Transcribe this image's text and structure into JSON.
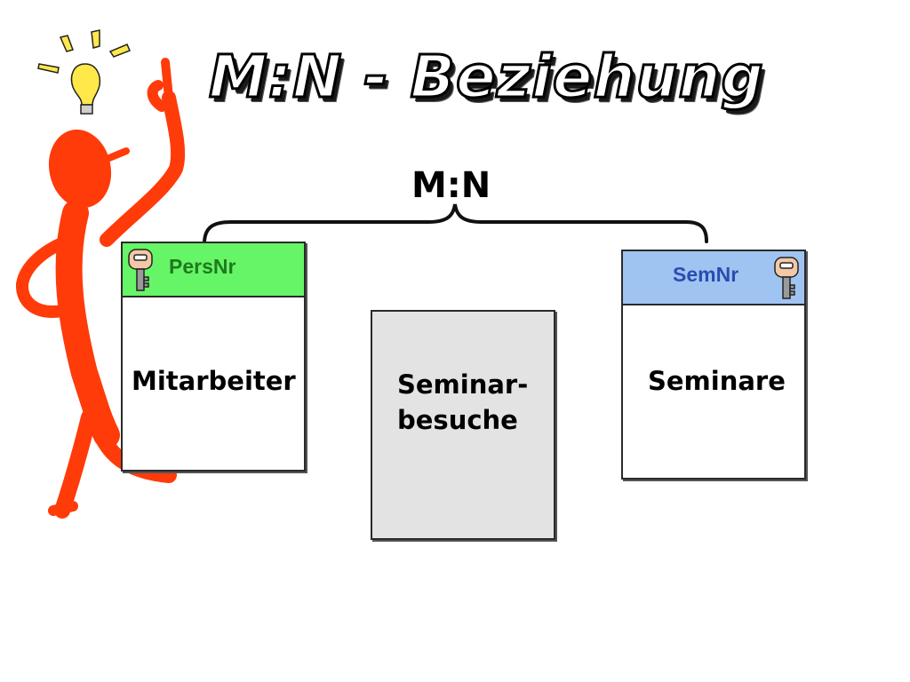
{
  "slide": {
    "title": "M:N - Beziehung",
    "relation_label": "M:N"
  },
  "tables": {
    "mitarbeiter": {
      "name": "Mitarbeiter",
      "key_field": "PersNr",
      "header_color": "#66f566"
    },
    "seminarbesuche": {
      "name_line1": "Seminar-",
      "name_line2": "besuche",
      "fill_color": "#e3e3e3"
    },
    "seminare": {
      "name": "Seminare",
      "key_field": "SemNr",
      "header_color": "#a0c4f2"
    }
  },
  "icons": {
    "person": "stick-figure-pointing-icon",
    "idea": "lightbulb-icon",
    "key": "key-icon",
    "brace": "curly-brace-connector"
  },
  "colors": {
    "figure": "#ff3b0a",
    "bulb": "#ffe84a",
    "key_body": "#f2c8a6"
  }
}
